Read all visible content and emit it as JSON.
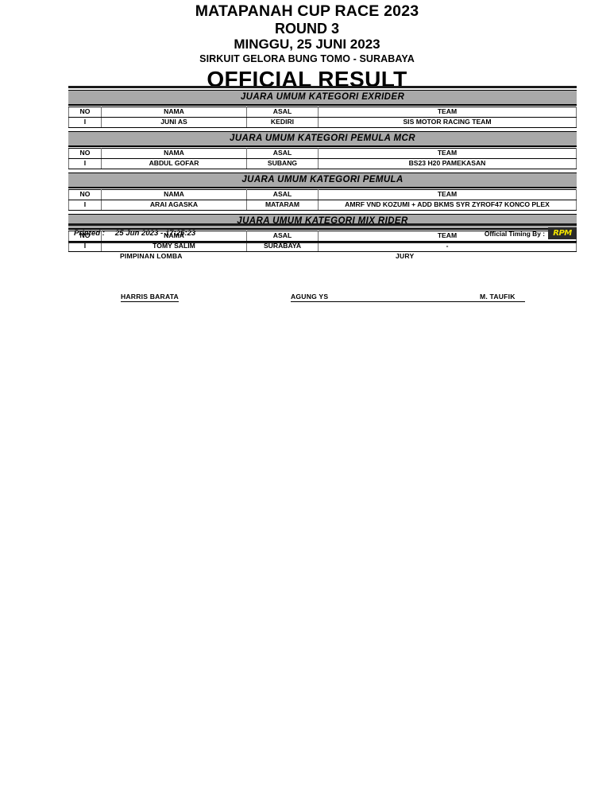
{
  "header": {
    "event_title": "MATAPANAH CUP RACE 2023",
    "round": "ROUND 3",
    "date": "MINGGU, 25 JUNI 2023",
    "venue": "SIRKUIT GELORA BUNG TOMO - SURABAYA",
    "doc_type": "OFFICIAL RESULT"
  },
  "columns": {
    "no": "NO",
    "nama": "NAMA",
    "asal": "ASAL",
    "team": "TEAM"
  },
  "categories": [
    {
      "banner": "JUARA UMUM KATEGORI EXRIDER",
      "row": {
        "no": "I",
        "nama": "JUNI AS",
        "asal": "KEDIRI",
        "team": "SIS MOTOR RACING TEAM"
      }
    },
    {
      "banner": "JUARA UMUM KATEGORI PEMULA MCR",
      "row": {
        "no": "I",
        "nama": "ABDUL GOFAR",
        "asal": "SUBANG",
        "team": "BS23 H20 PAMEKASAN"
      }
    },
    {
      "banner": "JUARA UMUM KATEGORI PEMULA",
      "row": {
        "no": "I",
        "nama": "ARAI AGASKA",
        "asal": "MATARAM",
        "team": "AMRF VND KOZUMI + ADD BKMS SYR ZYROF47 KONCO PLEX"
      }
    },
    {
      "banner": "JUARA UMUM KATEGORI MIX RIDER",
      "row": {
        "no": "I",
        "nama": "TOMY SALIM",
        "asal": "SURABAYA",
        "team": "-"
      }
    }
  ],
  "footer": {
    "printed_label": "Printed :",
    "printed_value": "25 Jun 2023 - 17:25:23",
    "timing_label": "Official Timing By :",
    "logo_text": "RPM",
    "logo_color": "#f2e400",
    "logo_background": "#2b2b2b"
  },
  "signatures": {
    "left_role": "PIMPINAN LOMBA",
    "left_name": "HARRIS BARATA",
    "right_role": "JURY",
    "right_name_1": "AGUNG YS",
    "right_name_2": "M. TAUFIK"
  }
}
